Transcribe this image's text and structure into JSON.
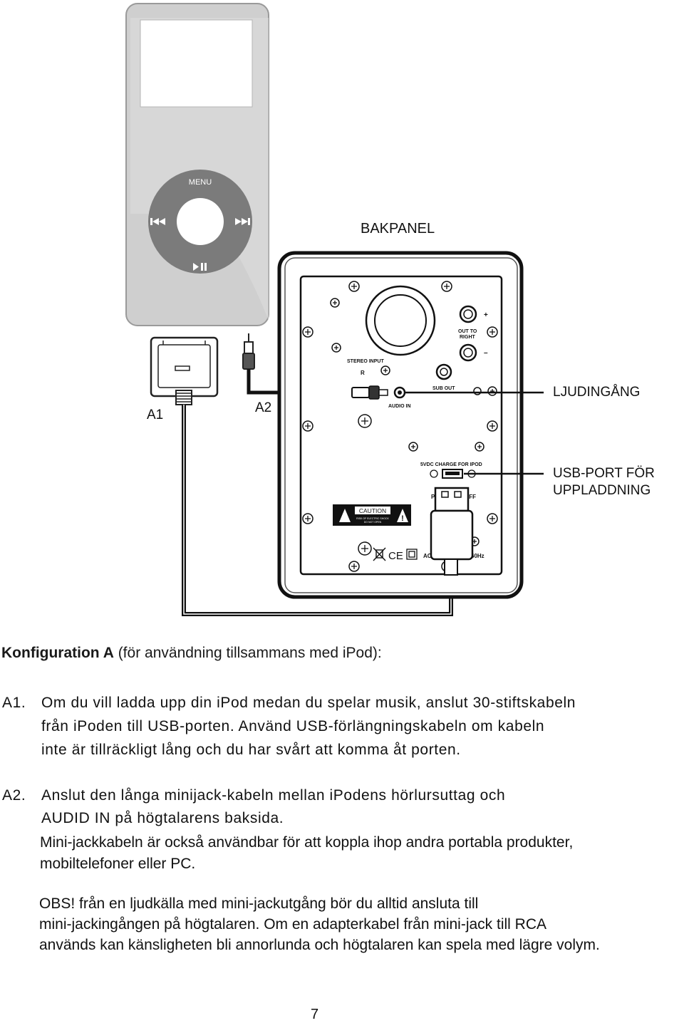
{
  "diagram": {
    "ipod": {
      "menu_label": "MENU"
    },
    "labels": {
      "back_panel": "BAKPANEL",
      "audio_input": "LJUDINGÅNG",
      "usb_port_line1": "USB-PORT FÖR",
      "usb_port_line2": "UPPLADDNING",
      "cable_a1": "A1",
      "cable_a2": "A2"
    },
    "panel": {
      "stereo_input": "STEREO INPUT",
      "r": "R",
      "audio_in": "AUDIO IN",
      "out_to_right_1": "OUT TO",
      "out_to_right_2": "RIGHT",
      "plus": "+",
      "minus": "–",
      "sub_out": "SUB OUT",
      "charge_label": "5VDC CHARGE FOR IPOD",
      "power_po": "PO",
      "power_off": "OFF",
      "caution": "CAUTION",
      "caution_sub1": "RISK OF ELECTRIC SHOCK",
      "caution_sub2": "DO NOT OPEN",
      "ce": "CE",
      "ac": "AC",
      "hz": "60Hz"
    }
  },
  "text": {
    "heading_bold": "Konfiguration A",
    "heading_rest": " (för användning tillsammans med iPod):",
    "a1": {
      "num": "A1.",
      "line1": "Om du vill ladda upp din iPod medan du spelar musik, anslut 30-stiftskabeln",
      "line2": "från iPoden till USB-porten. Använd USB-förlängningskabeln om kabeln",
      "line3": "inte är  tillräckligt lång och du har svårt att komma åt porten."
    },
    "a2": {
      "num": "A2.",
      "line1": "Anslut den långa minijack-kabeln mellan iPodens hörlursuttag och",
      "line2": "AUDID IN på högtalarens baksida.",
      "line3": "Mini-jackkabeln är också användbar för att koppla ihop andra portabla produkter,",
      "line4": "mobiltelefoner eller PC."
    },
    "obs": {
      "line1": "OBS! från en ljudkälla med mini-jackutgång bör du alltid ansluta till",
      "line2": "mini-jackingången på högtalaren. Om en adapterkabel från mini-jack till RCA",
      "line3": "används kan känsligheten bli annorlunda och högtalaren kan spela med lägre volym."
    },
    "page_number": "7"
  }
}
